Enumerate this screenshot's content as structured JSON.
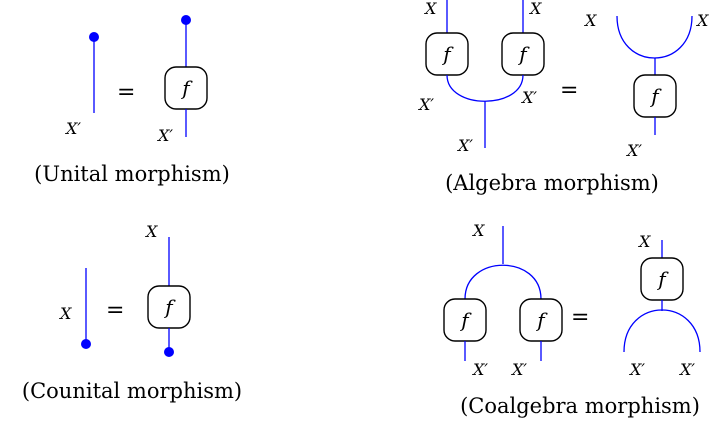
{
  "labels": {
    "object": "X",
    "object_prime": "X′",
    "morphism": "f",
    "equals": "="
  },
  "captions": {
    "unital": "(Unital morphism)",
    "counital": "(Counital morphism)",
    "algebra": "(Algebra morphism)",
    "coalgebra": "(Coalgebra morphism)"
  },
  "colors": {
    "wire": "#0000ff",
    "box_stroke": "#000000"
  }
}
